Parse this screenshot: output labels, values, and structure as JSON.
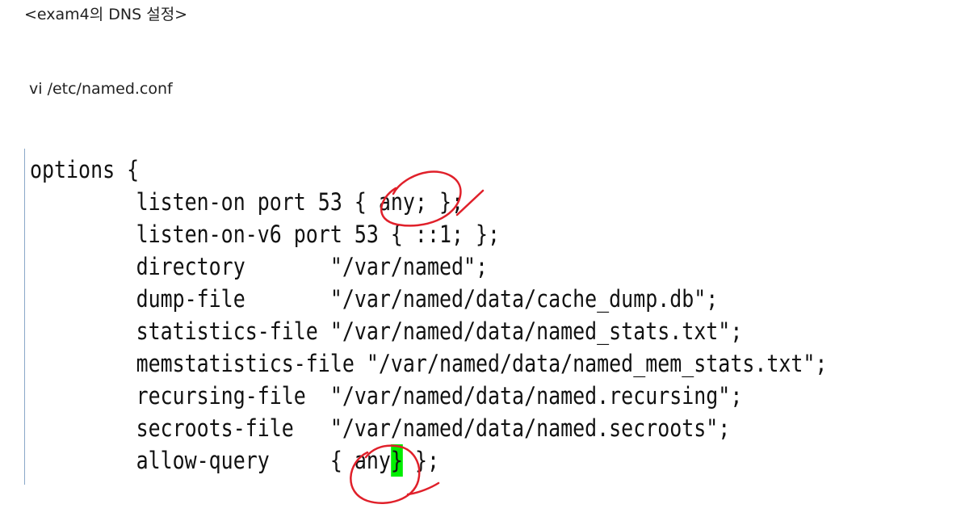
{
  "heading": "<exam4의 DNS 설정>",
  "command": "vi /etc/named.conf",
  "code": {
    "open_line": "options {",
    "lines": [
      "listen-on port 53 { any; };",
      "listen-on-v6 port 53 { ::1; };",
      "directory       \"/var/named\";",
      "dump-file       \"/var/named/data/cache_dump.db\";",
      "statistics-file \"/var/named/data/named_stats.txt\";",
      "memstatistics-file \"/var/named/data/named_mem_stats.txt\";",
      "recursing-file  \"/var/named/data/named.recursing\";",
      "secroots-file   \"/var/named/data/named.secroots\";"
    ],
    "allow_query_prefix": "allow-query     { any",
    "cursor_char": "}",
    "allow_query_suffix": " };"
  },
  "annotation_color": "#e0202a",
  "cursor_color": "#00ee00"
}
